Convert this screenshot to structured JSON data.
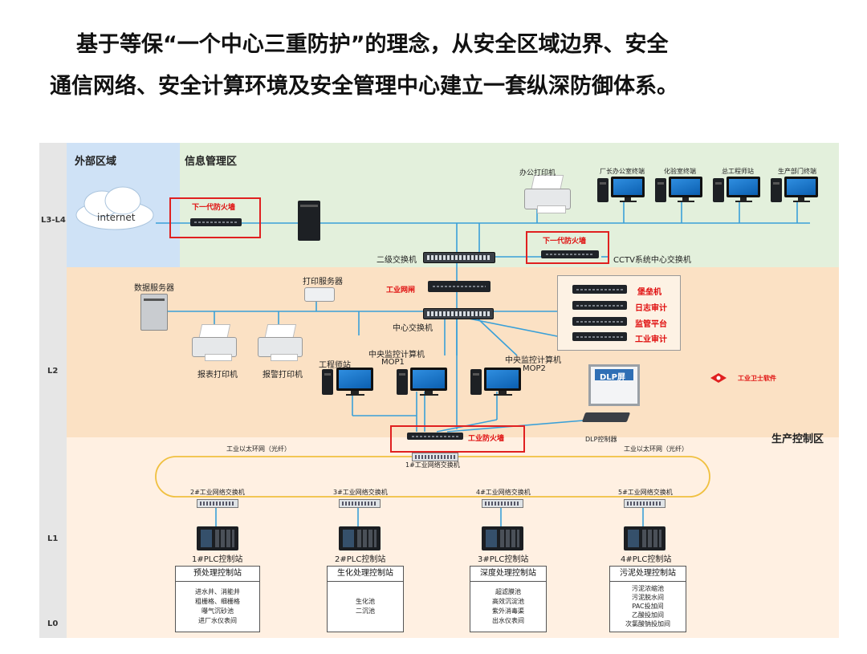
{
  "heading": {
    "line1": "基于等保“一个中心三重防护”的理念，从安全区域边界、安全",
    "line2": "通信网络、安全计算环境及安全管理中心建立一套纵深防御体系。"
  },
  "colors": {
    "external_zone": "#cfe2f6",
    "info_zone": "#e3f0dc",
    "control_zone": "#fbe1c4",
    "field_zone": "#fff0e2",
    "level_bar": "#e6e6e6",
    "link_line": "#3aa0d8",
    "ring_line": "#f0c040",
    "highlight_red": "#e02020"
  },
  "levels": {
    "l34": "L3-L4",
    "l2": "L2",
    "l1": "L1",
    "l0": "L0"
  },
  "zones": {
    "external": "外部区域",
    "info": "信息管理区",
    "production": "生产控制区"
  },
  "devices": {
    "internet": "internet",
    "firewall_1": "下一代防火墙",
    "firewall_2": "下一代防火墙",
    "office_printer": "办公打印机",
    "terminals": [
      "厂长办公室终端",
      "化验室终端",
      "总工程师站",
      "生产部门终端"
    ],
    "l2_switch": "二级交换机",
    "cctv_switch": "CCTV系统中心交换机",
    "data_server": "数据服务器",
    "print_server": "打印服务器",
    "industrial_gateway": "工业网闸",
    "core_switch": "中心交换机",
    "report_printer": "报表打印机",
    "alarm_printer": "报警打印机",
    "eng_station": "工程师站",
    "mop1": [
      "中央监控计算机",
      "MOP1"
    ],
    "mop2": [
      "中央监控计算机",
      "MOP2"
    ],
    "security_devices": [
      "堡垒机",
      "日志审计",
      "监管平台",
      "工业审计"
    ],
    "guard_software": "工业卫士软件",
    "dlp_screen": "DLP屏",
    "dlp_controller": "DLP控制器",
    "industrial_firewall": "工业防火墙",
    "ring_left": "工业以太环网（光纤）",
    "ring_right": "工业以太环网（光纤）",
    "switch_1": "1#工业网络交换机",
    "field_switches": [
      "2#工业网络交换机",
      "3#工业网络交换机",
      "4#工业网络交换机",
      "5#工业网络交换机"
    ]
  },
  "plc_stations": [
    {
      "name": "1#PLC控制站",
      "box_title": "预处理控制站",
      "items": [
        "进水井、消能井",
        "粗栅格、细栅格",
        "曝气沉砂池",
        "进厂水仪表间"
      ]
    },
    {
      "name": "2#PLC控制站",
      "box_title": "生化处理控制站",
      "items": [
        "生化池",
        "二沉池"
      ]
    },
    {
      "name": "3#PLC控制站",
      "box_title": "深度处理控制站",
      "items": [
        "超滤膜池",
        "高效沉淀池",
        "紫外消毒渠",
        "出水仪表间"
      ]
    },
    {
      "name": "4#PLC控制站",
      "box_title": "污泥处理控制站",
      "items": [
        "污泥浓缩池",
        "污泥脱水间",
        "PAC投加间",
        "乙酸投加间",
        "次氯酸钠投加间"
      ]
    }
  ]
}
